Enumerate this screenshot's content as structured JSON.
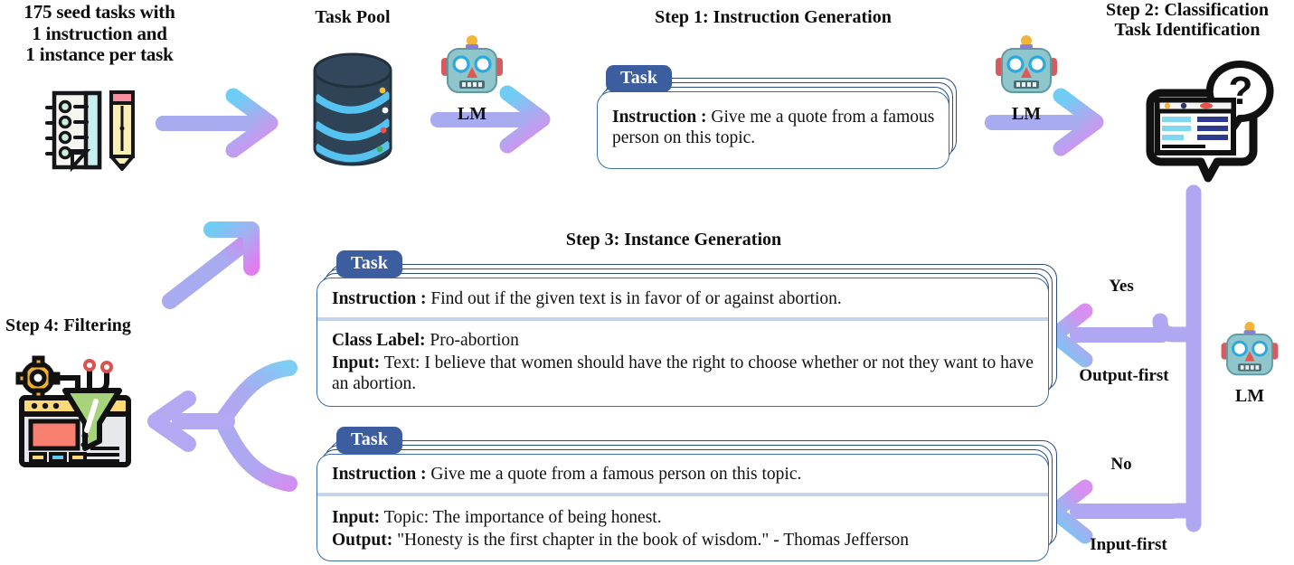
{
  "figure": {
    "type": "flow-diagram",
    "title": "Self-Instruct pipeline"
  },
  "seed": {
    "heading": "175 seed tasks with\n1 instruction and\n1 instance per task",
    "icon": "notebook-pencil-icon"
  },
  "task_pool": {
    "heading": "Task Pool",
    "icon": "database-icon"
  },
  "steps": {
    "step1": {
      "heading": "Step 1: Instruction Generation"
    },
    "step2": {
      "heading": "Step 2: Classification\nTask Identification",
      "icon": "classification-question-icon"
    },
    "step3": {
      "heading": "Step 3: Instance Generation"
    },
    "step4": {
      "heading": "Step 4: Filtering",
      "icon": "filter-funnel-icon"
    }
  },
  "lm": {
    "label": "LM",
    "icon": "robot-icon"
  },
  "cards": {
    "step1_card": {
      "badge": "Task",
      "rows": [
        {
          "label": "Instruction :",
          "text": " Give me a quote from a famous person on this topic."
        }
      ]
    },
    "step3_classification_card": {
      "badge": "Task",
      "rows": [
        {
          "label": "Instruction :",
          "text": " Find out if the given text is in favor of or against abortion."
        },
        {
          "label": "Class Label:",
          "text": " Pro-abortion"
        },
        {
          "label": "Input:",
          "text": " Text: I believe that women should have the right to choose whether or not they want to have an abortion."
        }
      ]
    },
    "step3_generation_card": {
      "badge": "Task",
      "rows": [
        {
          "label": "Instruction :",
          "text": " Give me a quote from a famous person on this topic."
        },
        {
          "label": "Input:",
          "text": " Topic: The importance of being honest."
        },
        {
          "label": "Output:",
          "text": " \"Honesty is the first chapter in the book of wisdom.\" - Thomas Jefferson"
        }
      ]
    }
  },
  "edges": {
    "yes": "Yes",
    "no": "No",
    "output_first": "Output-first",
    "input_first": "Input-first"
  },
  "colors": {
    "arrow_shaft": "#a9abf0",
    "arrow_head_cyan": "#6fcdf5",
    "arrow_head_magenta": "#d78ff0",
    "card_border": "#3a6ea8",
    "card_stack_border": "#2d4d85",
    "badge_bg": "#3c5d9e",
    "divider": "#c3d4ea",
    "database_body": "#2f4356",
    "database_band": "#56c2f0",
    "text": "#111111"
  }
}
